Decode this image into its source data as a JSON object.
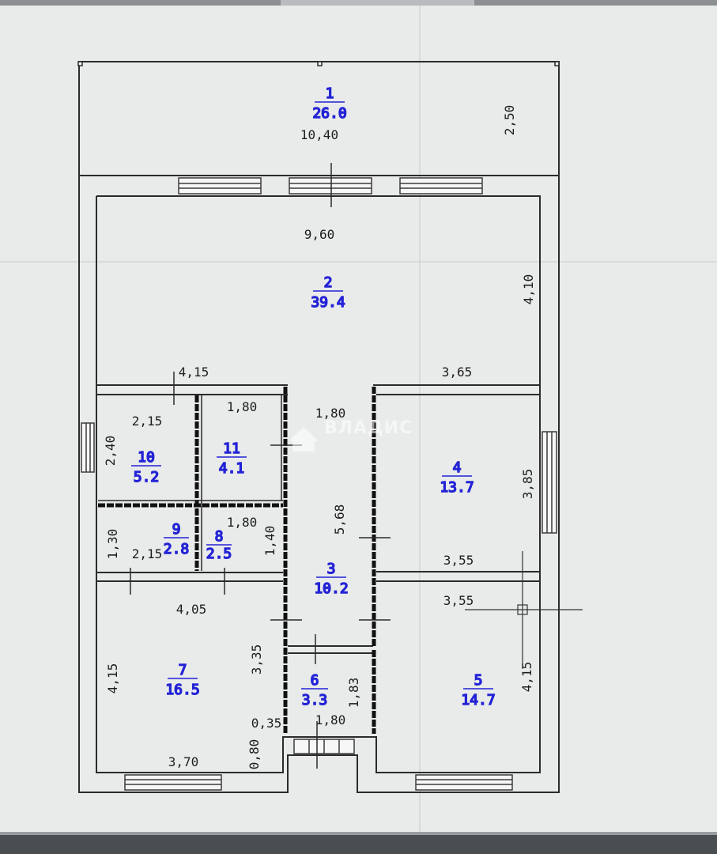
{
  "watermark": "ВЛАДИС",
  "rooms": [
    {
      "number": "1",
      "area": "26.0"
    },
    {
      "number": "2",
      "area": "39.4"
    },
    {
      "number": "3",
      "area": "10.2"
    },
    {
      "number": "4",
      "area": "13.7"
    },
    {
      "number": "5",
      "area": "14.7"
    },
    {
      "number": "6",
      "area": "3.3"
    },
    {
      "number": "7",
      "area": "16.5"
    },
    {
      "number": "8",
      "area": "2.5"
    },
    {
      "number": "9",
      "area": "2.8"
    },
    {
      "number": "10",
      "area": "5.2"
    },
    {
      "number": "11",
      "area": "4.1"
    }
  ],
  "dimensions": {
    "terrace_width": "10,40",
    "terrace_depth": "2,50",
    "hall_width": "9,60",
    "hall_depth": "4,10",
    "left_block_width": "4,15",
    "right_block_width": "3,65",
    "room10_width": "2,15",
    "room10_height": "2,40",
    "room11_width": "1,80",
    "corridor_width": "1,80",
    "corridor_length": "5,68",
    "room4_height": "3,85",
    "room9_height": "1,30",
    "room9_width": "2,15",
    "room8_width": "1,80",
    "room8_height": "1,40",
    "room4_bottom_width": "3,55",
    "room5_top_width": "3,55",
    "room7_width": "4,05",
    "room7_height": "4,15",
    "room7_right_height": "3,35",
    "room6_height": "1,83",
    "step": "0,35",
    "entry_width": "1,80",
    "entry_depth": "0,80",
    "room7_bottom_width": "3,70",
    "room5_height": "4,15"
  }
}
